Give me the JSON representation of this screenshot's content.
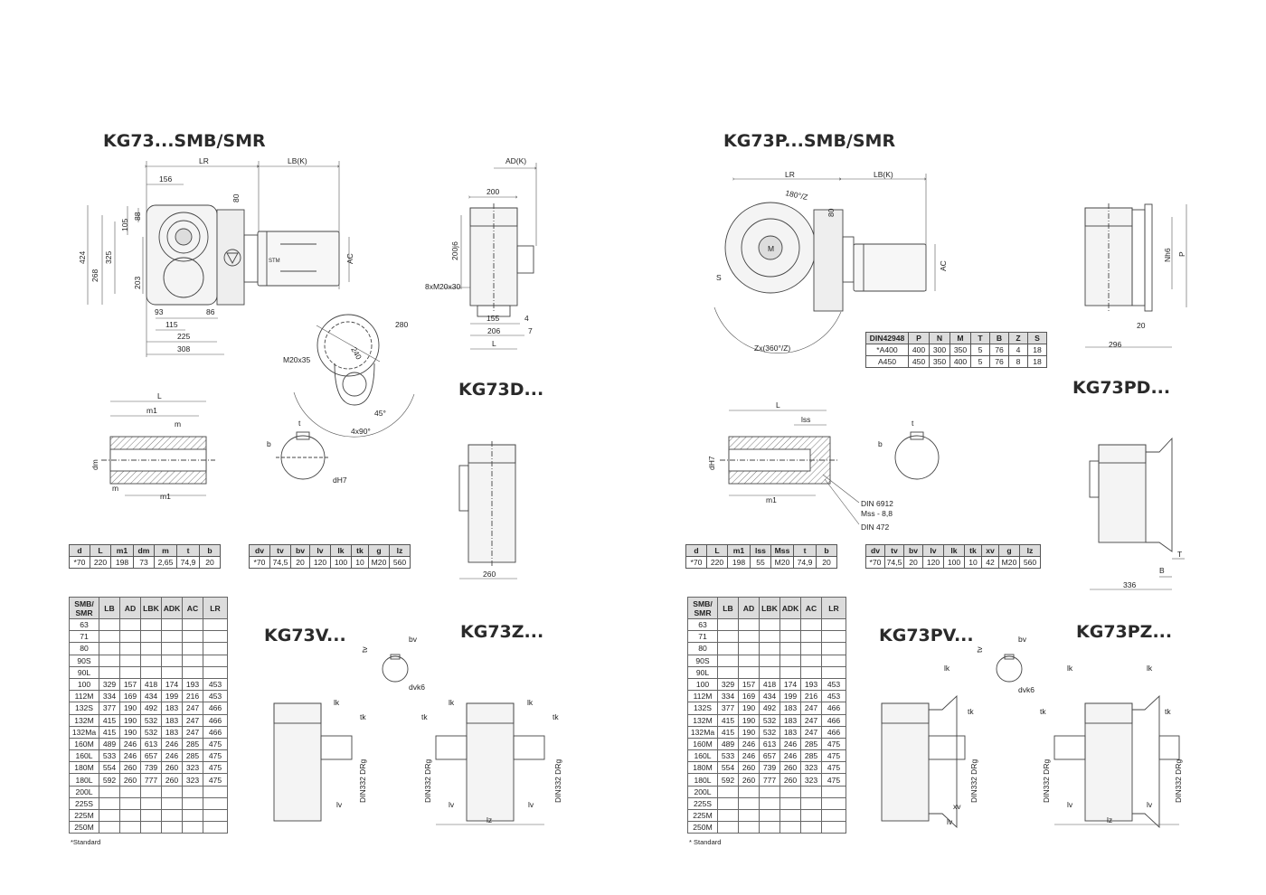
{
  "left": {
    "title": "KG73...SMB/SMR",
    "sub_d": "KG73D...",
    "sub_v": "KG73V...",
    "sub_z": "KG73Z...",
    "dims": {
      "lr": "LR",
      "lbk": "LB(K)",
      "adk": "AD(K)",
      "ac": "AC",
      "l": "L",
      "m1": "m1",
      "m": "m",
      "dm": "dm",
      "b": "b",
      "t": "t",
      "dh7": "dH7",
      "d156": "156",
      "d80": "80",
      "d88": "88",
      "d105": "105",
      "d424": "424",
      "d268": "268",
      "d325": "325",
      "d203": "203",
      "d93": "93",
      "d86": "86",
      "d115": "115",
      "d225": "225",
      "d308": "308",
      "d200": "200",
      "d200j6": "200j6",
      "d8x": "8xM20x30",
      "d155": "155",
      "d206": "206",
      "d4": "4",
      "d7": "7",
      "d280": "280",
      "d240": "240",
      "m20": "M20x35",
      "a45": "45°",
      "a4x90": "4x90°",
      "d260": "260",
      "lk": "lk",
      "tk": "tk",
      "lv": "lv",
      "lz": "lz",
      "bv": "bv",
      "tv": "tv",
      "dvk6": "dvk6",
      "din": "DIN332 DRg"
    },
    "table_d": {
      "headers": [
        "d",
        "L",
        "m1",
        "dm",
        "m",
        "t",
        "b"
      ],
      "row": [
        "*70",
        "220",
        "198",
        "73",
        "2,65",
        "74,9",
        "20"
      ]
    },
    "table_v": {
      "headers": [
        "dv",
        "tv",
        "bv",
        "lv",
        "lk",
        "tk",
        "g",
        "lz"
      ],
      "row": [
        "*70",
        "74,5",
        "20",
        "120",
        "100",
        "10",
        "M20",
        "560"
      ]
    },
    "sizes": {
      "headers": [
        "SMB/\nSMR",
        "LB",
        "AD",
        "LBK",
        "ADK",
        "AC",
        "LR"
      ],
      "rows": [
        [
          "63",
          "",
          "",
          "",
          "",
          "",
          ""
        ],
        [
          "71",
          "",
          "",
          "",
          "",
          "",
          ""
        ],
        [
          "80",
          "",
          "",
          "",
          "",
          "",
          ""
        ],
        [
          "90S",
          "",
          "",
          "",
          "",
          "",
          ""
        ],
        [
          "90L",
          "",
          "",
          "",
          "",
          "",
          ""
        ],
        [
          "100",
          "329",
          "157",
          "418",
          "174",
          "193",
          "453"
        ],
        [
          "112M",
          "334",
          "169",
          "434",
          "199",
          "216",
          "453"
        ],
        [
          "132S",
          "377",
          "190",
          "492",
          "183",
          "247",
          "466"
        ],
        [
          "132M",
          "415",
          "190",
          "532",
          "183",
          "247",
          "466"
        ],
        [
          "132Ma",
          "415",
          "190",
          "532",
          "183",
          "247",
          "466"
        ],
        [
          "160M",
          "489",
          "246",
          "613",
          "246",
          "285",
          "475"
        ],
        [
          "160L",
          "533",
          "246",
          "657",
          "246",
          "285",
          "475"
        ],
        [
          "180M",
          "554",
          "260",
          "739",
          "260",
          "323",
          "475"
        ],
        [
          "180L",
          "592",
          "260",
          "777",
          "260",
          "323",
          "475"
        ],
        [
          "200L",
          "",
          "",
          "",
          "",
          "",
          ""
        ],
        [
          "225S",
          "",
          "",
          "",
          "",
          "",
          ""
        ],
        [
          "225M",
          "",
          "",
          "",
          "",
          "",
          ""
        ],
        [
          "250M",
          "",
          "",
          "",
          "",
          "",
          ""
        ]
      ],
      "note": "*Standard"
    }
  },
  "right": {
    "title": "KG73P...SMB/SMR",
    "sub_d": "KG73PD...",
    "sub_v": "KG73PV...",
    "sub_z": "KG73PZ...",
    "dims": {
      "lr": "LR",
      "lbk": "LB(K)",
      "ac": "AC",
      "a180": "180°/Z",
      "d80": "80",
      "s": "S",
      "zx": "Zx(360°/Z)",
      "m": "M",
      "nh6": "Nh6",
      "p": "P",
      "d20": "20",
      "d296": "296",
      "l": "L",
      "lss": "lss",
      "m1": "m1",
      "dh7": "dH7",
      "b": "b",
      "t": "t",
      "din6912": "DIN 6912",
      "mss": "Mss - 8,8",
      "din472": "DIN 472",
      "tt": "T",
      "bb": "B",
      "d336": "336",
      "lk": "lk",
      "tk": "tk",
      "lv": "lv",
      "lz": "lz",
      "xv": "xv",
      "bv": "bv",
      "tv": "tv",
      "dvk6": "dvk6",
      "din": "DIN332 DRg"
    },
    "flange": {
      "headers": [
        "DIN42948",
        "P",
        "N",
        "M",
        "T",
        "B",
        "Z",
        "S"
      ],
      "rows": [
        [
          "*A400",
          "400",
          "300",
          "350",
          "5",
          "76",
          "4",
          "18"
        ],
        [
          "A450",
          "450",
          "350",
          "400",
          "5",
          "76",
          "8",
          "18"
        ]
      ]
    },
    "table_d": {
      "headers": [
        "d",
        "L",
        "m1",
        "lss",
        "Mss",
        "t",
        "b"
      ],
      "row": [
        "*70",
        "220",
        "198",
        "55",
        "M20",
        "74,9",
        "20"
      ]
    },
    "table_v": {
      "headers": [
        "dv",
        "tv",
        "bv",
        "lv",
        "lk",
        "tk",
        "xv",
        "g",
        "lz"
      ],
      "row": [
        "*70",
        "74,5",
        "20",
        "120",
        "100",
        "10",
        "42",
        "M20",
        "560"
      ]
    },
    "sizes": {
      "headers": [
        "SMB/\nSMR",
        "LB",
        "AD",
        "LBK",
        "ADK",
        "AC",
        "LR"
      ],
      "rows": [
        [
          "63",
          "",
          "",
          "",
          "",
          "",
          ""
        ],
        [
          "71",
          "",
          "",
          "",
          "",
          "",
          ""
        ],
        [
          "80",
          "",
          "",
          "",
          "",
          "",
          ""
        ],
        [
          "90S",
          "",
          "",
          "",
          "",
          "",
          ""
        ],
        [
          "90L",
          "",
          "",
          "",
          "",
          "",
          ""
        ],
        [
          "100",
          "329",
          "157",
          "418",
          "174",
          "193",
          "453"
        ],
        [
          "112M",
          "334",
          "169",
          "434",
          "199",
          "216",
          "453"
        ],
        [
          "132S",
          "377",
          "190",
          "492",
          "183",
          "247",
          "466"
        ],
        [
          "132M",
          "415",
          "190",
          "532",
          "183",
          "247",
          "466"
        ],
        [
          "132Ma",
          "415",
          "190",
          "532",
          "183",
          "247",
          "466"
        ],
        [
          "160M",
          "489",
          "246",
          "613",
          "246",
          "285",
          "475"
        ],
        [
          "160L",
          "533",
          "246",
          "657",
          "246",
          "285",
          "475"
        ],
        [
          "180M",
          "554",
          "260",
          "739",
          "260",
          "323",
          "475"
        ],
        [
          "180L",
          "592",
          "260",
          "777",
          "260",
          "323",
          "475"
        ],
        [
          "200L",
          "",
          "",
          "",
          "",
          "",
          ""
        ],
        [
          "225S",
          "",
          "",
          "",
          "",
          "",
          ""
        ],
        [
          "225M",
          "",
          "",
          "",
          "",
          "",
          ""
        ],
        [
          "250M",
          "",
          "",
          "",
          "",
          "",
          ""
        ]
      ],
      "note": "* Standard"
    }
  }
}
